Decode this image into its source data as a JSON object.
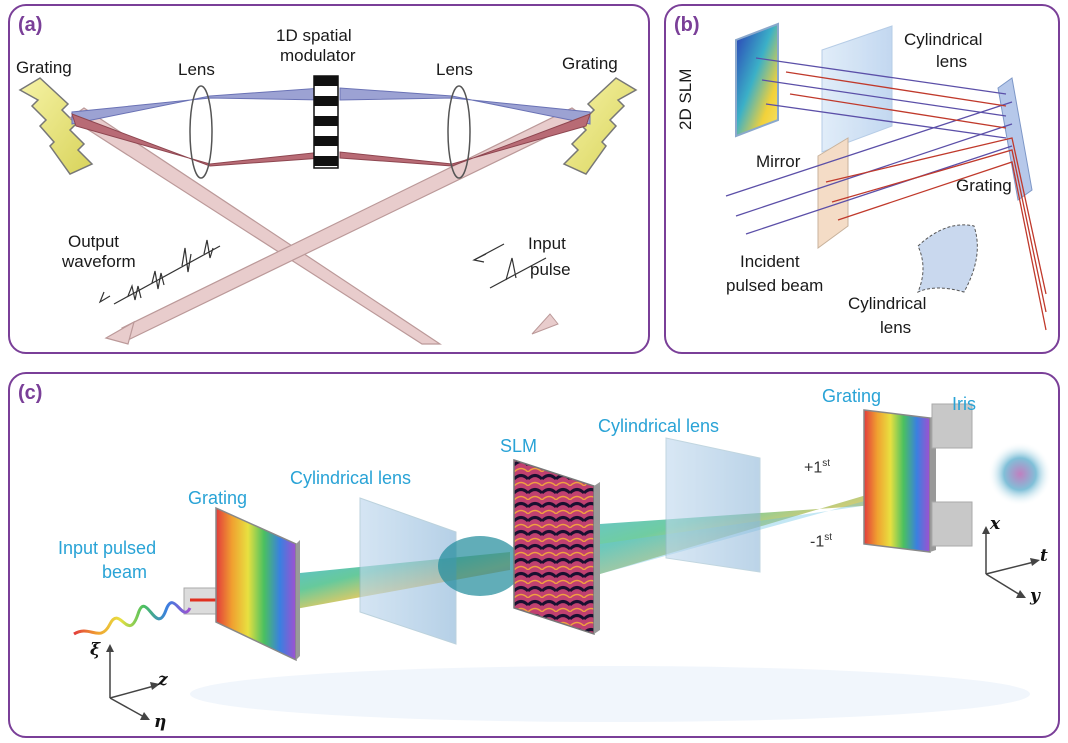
{
  "panel_a": {
    "label": "(a)",
    "grating_left": "Grating",
    "grating_right": "Grating",
    "lens_left": "Lens",
    "lens_right": "Lens",
    "modulator_line1": "1D spatial",
    "modulator_line2": "modulator",
    "output_line1": "Output",
    "output_line2": "waveform",
    "input_line1": "Input",
    "input_line2": "pulse"
  },
  "panel_b": {
    "label": "(b)",
    "slm": "2D SLM",
    "cyl_lens_top_line1": "Cylindrical",
    "cyl_lens_top_line2": "lens",
    "mirror": "Mirror",
    "grating": "Grating",
    "incident_line1": "Incident",
    "incident_line2": "pulsed beam",
    "cyl_lens_bottom_line1": "Cylindrical",
    "cyl_lens_bottom_line2": "lens"
  },
  "panel_c": {
    "label": "(c)",
    "input_line1": "Input pulsed",
    "input_line2": "beam",
    "grating_left": "Grating",
    "cyl_lens_left": "Cylindrical lens",
    "slm": "SLM",
    "cyl_lens_right": "Cylindrical lens",
    "grating_right": "Grating",
    "iris": "Iris",
    "order_plus": "+1",
    "order_minus": "-1",
    "order_suffix": "st",
    "axis_xi": "ξ",
    "axis_z": "z",
    "axis_eta": "η",
    "axis_x": "x",
    "axis_t": "t",
    "axis_y": "y"
  }
}
